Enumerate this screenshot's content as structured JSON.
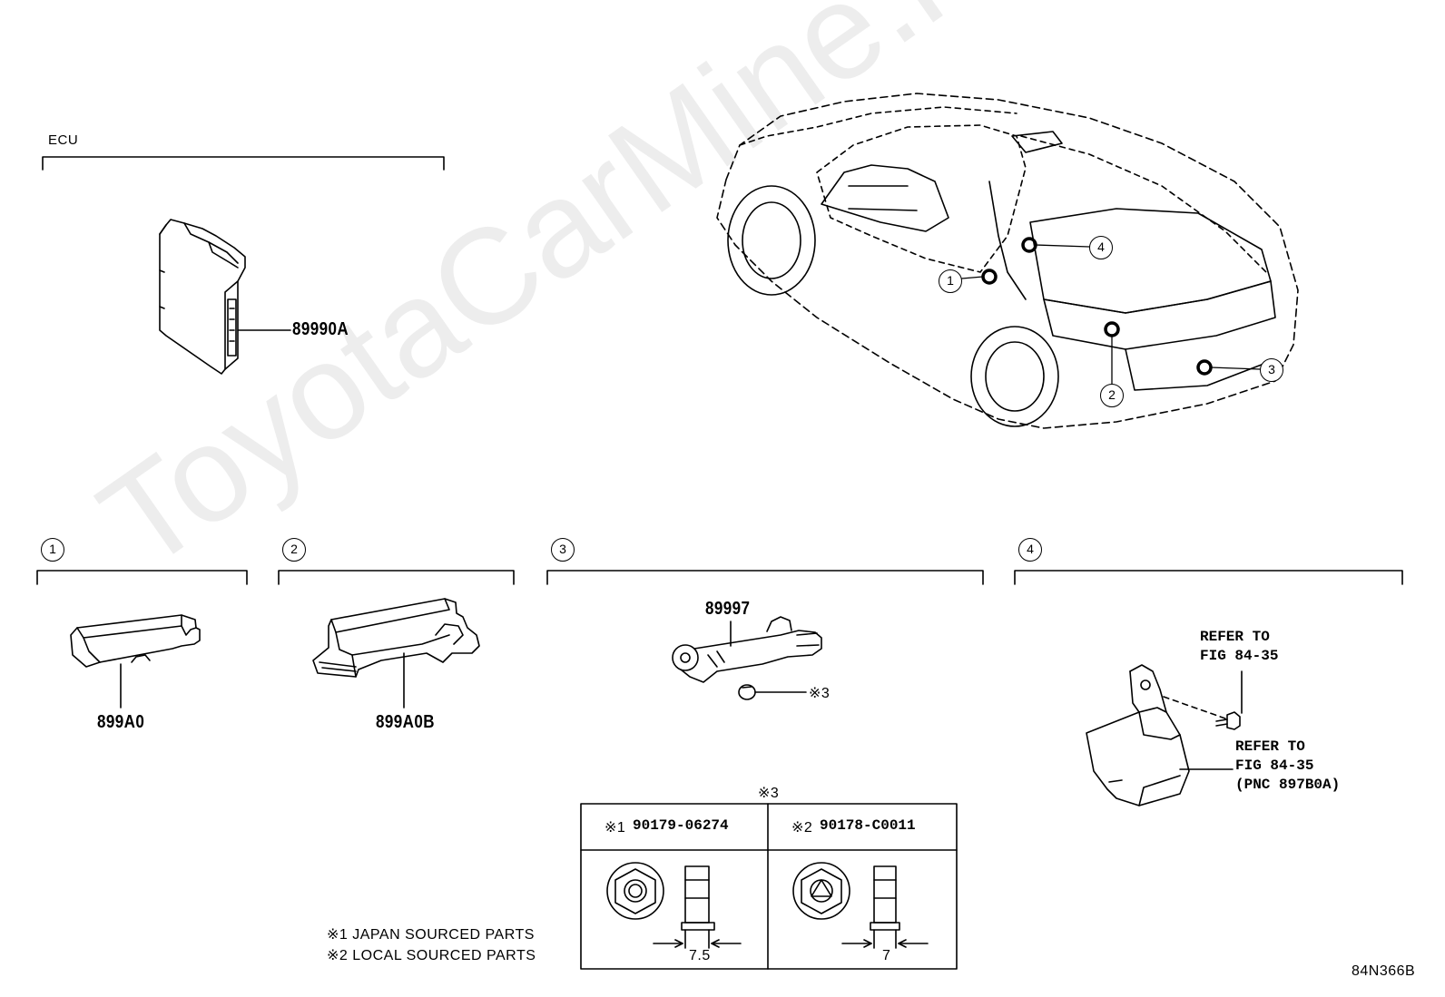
{
  "watermark": "ToyotaCarMine.ru",
  "ecu_group": {
    "label": "ECU",
    "part": "89990A"
  },
  "car_callouts": [
    "1",
    "2",
    "3",
    "4"
  ],
  "sections": [
    {
      "num": "1",
      "parts": [
        "899A0"
      ]
    },
    {
      "num": "2",
      "parts": [
        "899A0B"
      ]
    },
    {
      "num": "3",
      "parts": [
        "89997"
      ],
      "fastener_note": "※3"
    },
    {
      "num": "4",
      "refer_1": [
        "REFER TO",
        "FIG 84-35"
      ],
      "refer_2": [
        "REFER TO",
        "FIG 84-35",
        "(PNC 897B0A)"
      ]
    }
  ],
  "fastener_table": {
    "title": "※3",
    "col1": {
      "mark": "※1",
      "part": "90179-06274",
      "dim": "7.5"
    },
    "col2": {
      "mark": "※2",
      "part": "90178-C0011",
      "dim": "7"
    }
  },
  "legend": [
    "※1 JAPAN SOURCED PARTS",
    "※2 LOCAL SOURCED PARTS"
  ],
  "figure_code": "84N366B"
}
